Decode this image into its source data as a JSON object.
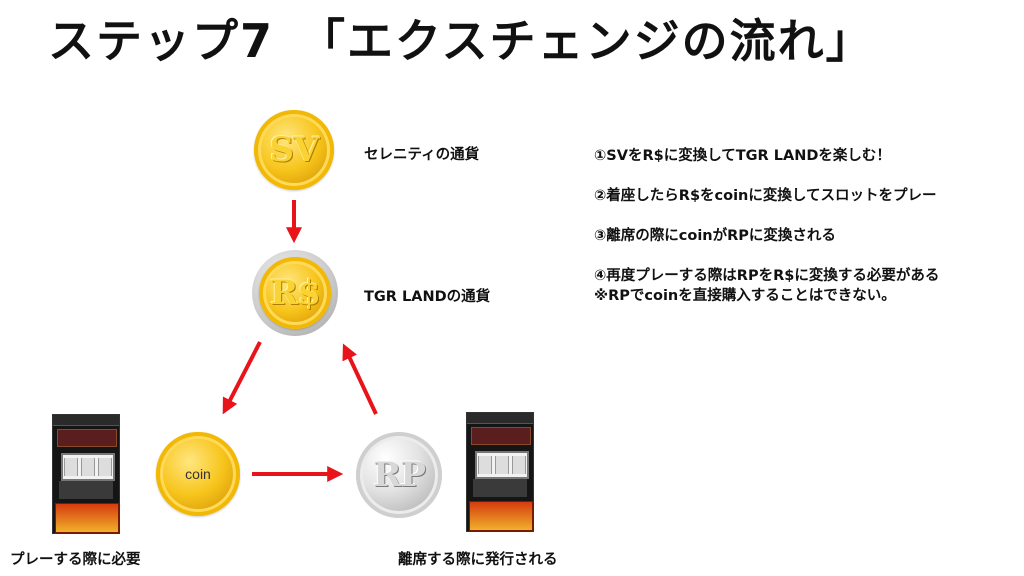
{
  "title": "ステップ7　「エクスチェンジの流れ」",
  "nodes": {
    "sv": {
      "coin_text": "SV",
      "label": "セレニティの通貨"
    },
    "rs": {
      "coin_text": "R$",
      "label": "TGR LANDの通貨"
    },
    "coin": {
      "coin_text": "coin",
      "label": "プレーする際に必要"
    },
    "rp": {
      "coin_text": "RP",
      "label": "離席する際に発行される"
    }
  },
  "notes": [
    "①SVをR$に変換してTGR LANDを楽しむ！",
    "②着座したらR$をcoinに変換してスロットをプレー",
    "③離席の際にcoinがRPに変換される"
  ],
  "note4": {
    "line1": "④再度プレーする際はRPをR$に変換する必要がある",
    "line2": "※RPでcoinを直接購入することはできない。"
  },
  "colors": {
    "arrow": "#e8141a",
    "gold": "#f7c51c",
    "silver": "#c9c9c9"
  }
}
